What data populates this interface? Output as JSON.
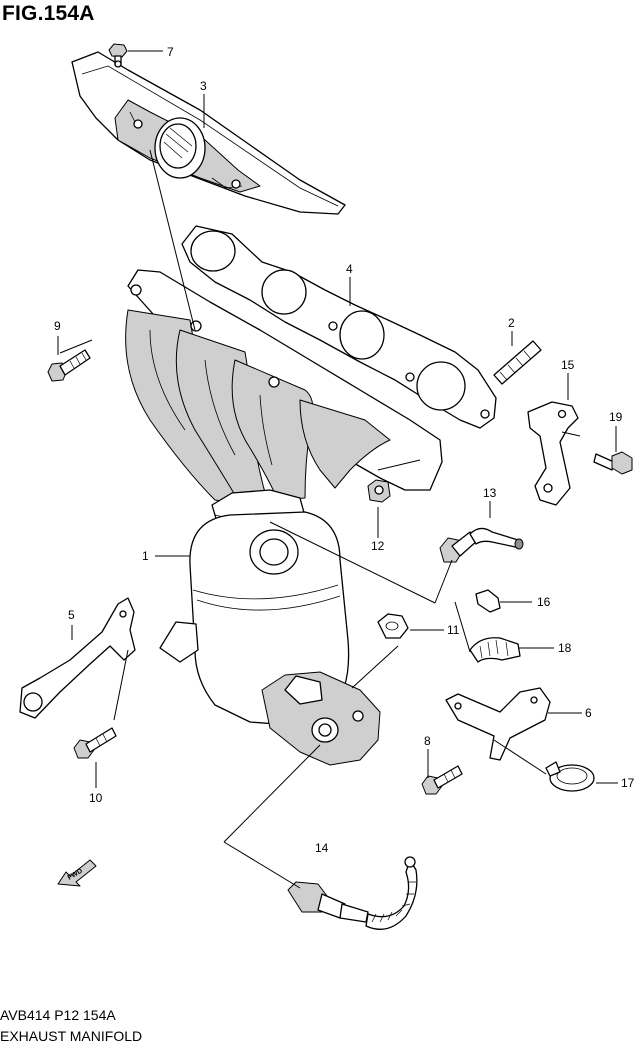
{
  "figure": {
    "title": "FIG.154A",
    "footer_code": "AVB414 P12 154A",
    "footer_name": "EXHAUST MANIFOLD",
    "fwd_label": "FWD"
  },
  "callouts": {
    "c1": "1",
    "c2": "2",
    "c3": "3",
    "c4": "4",
    "c5": "5",
    "c6": "6",
    "c7": "7",
    "c8": "8",
    "c9": "9",
    "c10": "10",
    "c11": "11",
    "c12": "12",
    "c13": "13",
    "c14": "14",
    "c15": "15",
    "c16": "16",
    "c17": "17",
    "c18": "18",
    "c19": "19"
  }
}
